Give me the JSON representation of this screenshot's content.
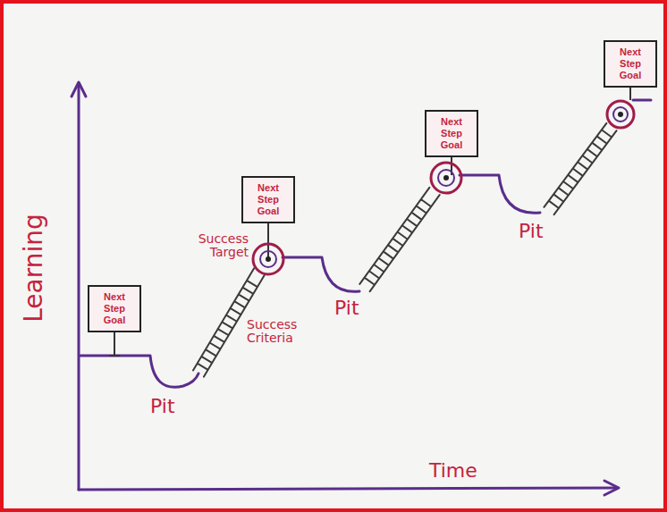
{
  "diagram": {
    "nodes": [
      {
        "text": [
          "Next Step Goal"
        ]
      },
      {
        "text": [
          "Next Step Goal"
        ]
      },
      {
        "text": [
          "Next Step Goal"
        ]
      },
      {
        "text": [
          "Next Step Goal"
        ]
      }
    ],
    "labels": [
      "Learning",
      "Success Target",
      "Success Criteria",
      "Pit",
      "Pit",
      "Pit",
      "Time"
    ]
  }
}
